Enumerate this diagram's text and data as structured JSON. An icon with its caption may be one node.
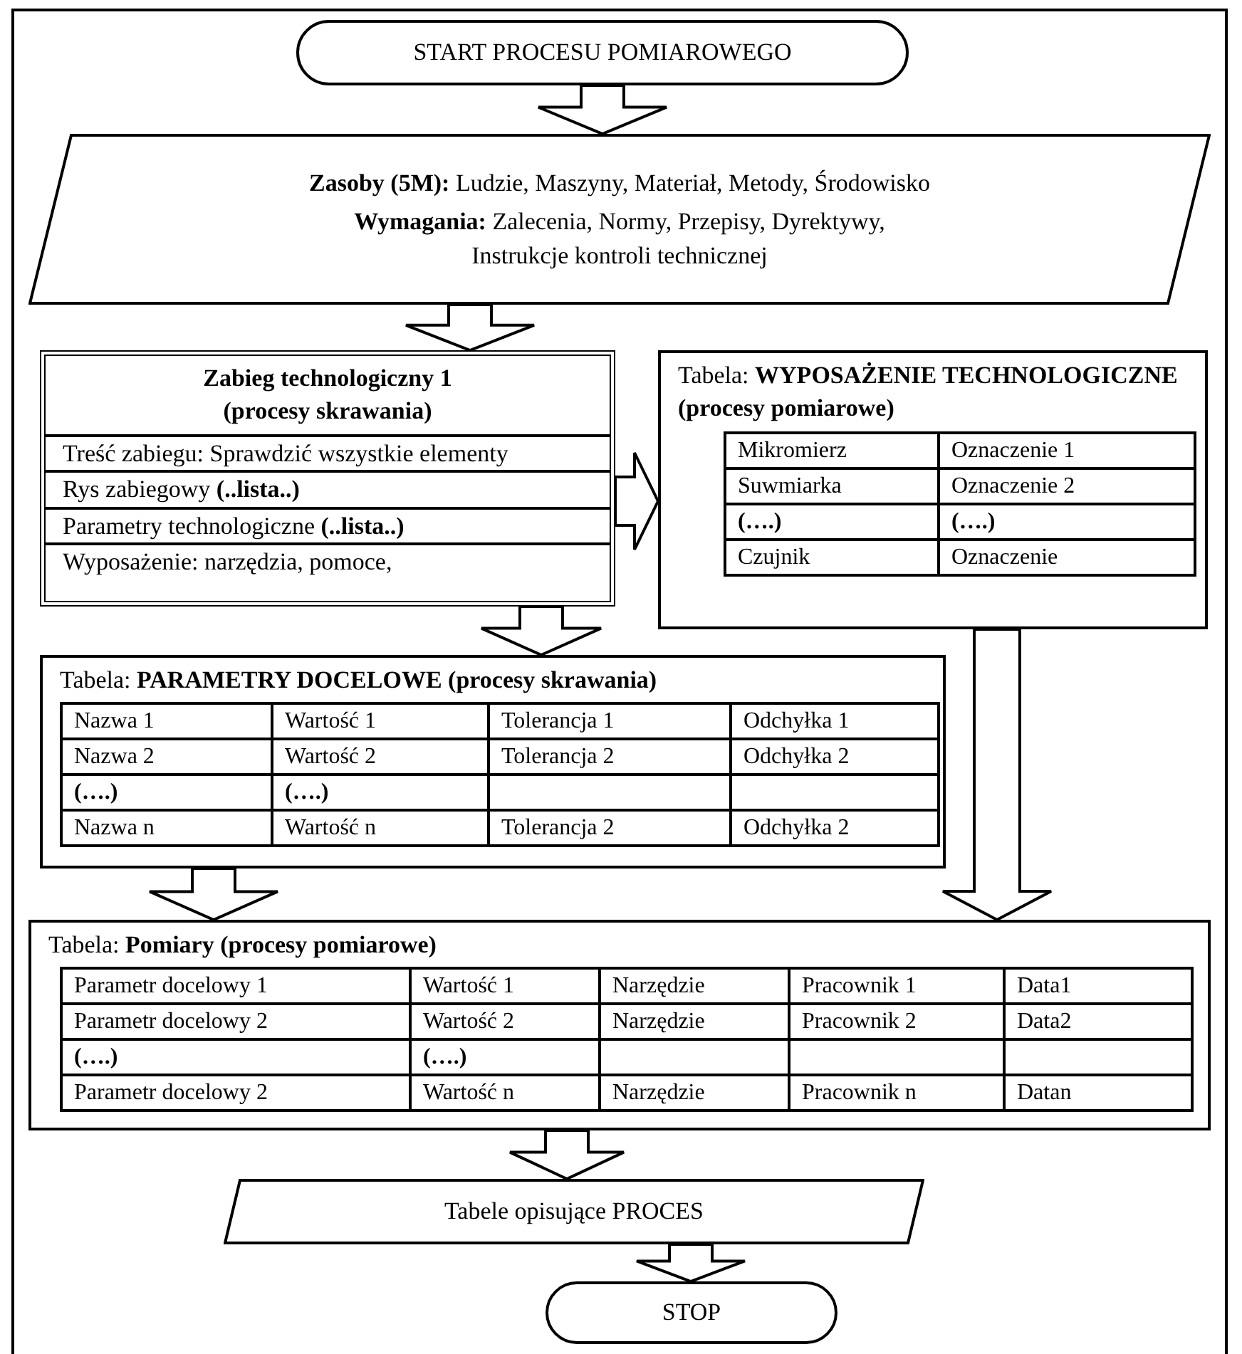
{
  "diagram": {
    "nodes": [
      {
        "text": [
          "START PROCESU POMIAROWEGO"
        ]
      },
      {
        "text": [
          "**Zasoby (5M):**  Ludzie, Maszyny, Materiał, Metody, Środowisko",
          "**Wymagania:** Zalecenia, Normy, Przepisy, Dyrektywy, Instrukcje kontroli technicznej"
        ]
      },
      {
        "text": [
          "Zabieg technologiczny 1 (procesy skrawania)",
          "Treść zabiegu: Sprawdzić wszystkie elementy",
          "Rys zabiegowy **(..lista..)**",
          "Parametry technologiczne  **(..lista..)**",
          "Wyposażenie: narzędzia, pomoce,"
        ]
      },
      {
        "text": [
          "Tabela: **WYPOSAŻENIE TECHNOLOGICZNE (procesy pomiarowe)**",
          "Mikromierz",
          "Oznaczenie 1",
          "Suwmiarka",
          "Oznaczenie 2",
          "(….)",
          "(….)",
          "Czujnik",
          "Oznaczenie"
        ]
      },
      {
        "text": [
          "Tabela: **PARAMETRY DOCELOWE (procesy skrawania)**",
          "Nazwa 1",
          "Wartość 1",
          "Tolerancja 1",
          "Odchyłka 1",
          "Nazwa 2",
          "Wartość 2",
          "Tolerancja 2",
          "Odchyłka 2",
          "(….)",
          "(….)",
          "Nazwa n",
          "Wartość n",
          "Tolerancja 2",
          "Odchyłka 2"
        ]
      },
      {
        "text": [
          "Tabela: **Pomiary (procesy pomiarowe)**",
          "Parametr docelowy 1",
          "Wartość 1",
          "Narzędzie",
          "Pracownik 1",
          "Data1",
          "Parametr docelowy 2",
          "Wartość 2",
          "Narzędzie",
          "Pracownik 2",
          "Data2",
          "(….)",
          "(….)",
          "Parametr docelowy 2",
          "Wartość n",
          "Narzędzie",
          "Pracownik n",
          "Datan"
        ]
      },
      {
        "text": [
          "Tabele opisujące PROCES"
        ]
      },
      {
        "text": [
          "STOP"
        ]
      }
    ],
    "edges": [
      {
        "from": 0,
        "to": 1,
        "arrow": "to"
      },
      {
        "from": 1,
        "to": 2,
        "arrow": "to"
      },
      {
        "from": 2,
        "to": 3,
        "arrow": "to"
      },
      {
        "from": 2,
        "to": 4,
        "arrow": "to"
      },
      {
        "from": 3,
        "to": 5,
        "arrow": "to"
      },
      {
        "from": 4,
        "to": 5,
        "arrow": "to"
      },
      {
        "from": 5,
        "to": 6,
        "arrow": "to"
      },
      {
        "from": 6,
        "to": 7,
        "arrow": "to"
      }
    ]
  }
}
